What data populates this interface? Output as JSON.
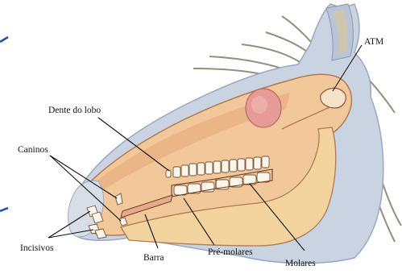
{
  "labels": {
    "atm": "ATM",
    "dente_do_lobo": "Dente do lobo",
    "caninos": "Caninos",
    "incisivos": "Incisivos",
    "barra": "Barra",
    "pre_molares": "Pré-molares",
    "molares": "Molares"
  },
  "colors": {
    "skull_fill": "#f2c79a",
    "skull_shadow": "#e3a878",
    "skin_fill": "#c9d3e2",
    "skin_shadow": "#9aa8bf",
    "mane": "#6e6a52",
    "teeth": "#fbf6ec",
    "tooth_outline": "#7a4e30",
    "eye_socket": "#e79b97",
    "margin_marks": "#1f4fa0"
  }
}
